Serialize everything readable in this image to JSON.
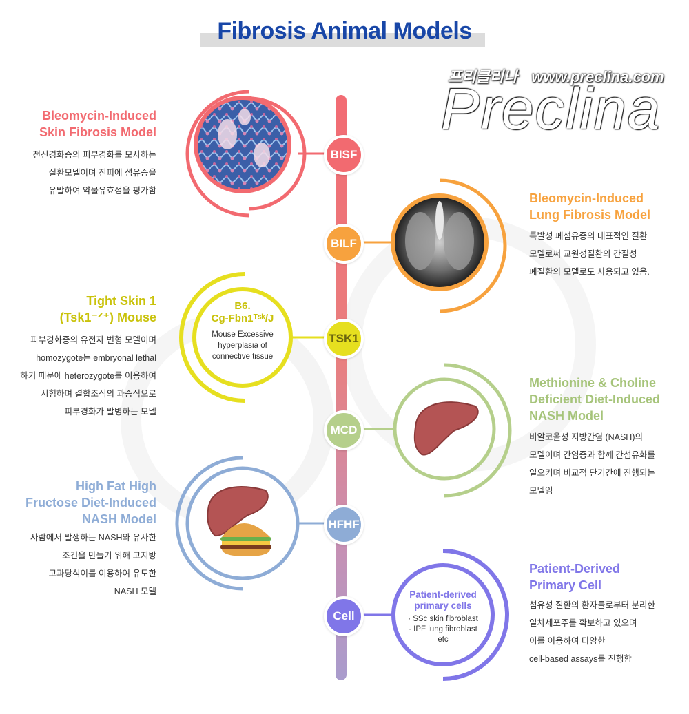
{
  "title": "Fibrosis Animal Models",
  "brand": {
    "korean": "프리클리나",
    "url": "www.preclina.com",
    "name": "Preclina"
  },
  "colors": {
    "bisf": "#f26a70",
    "bilf": "#f7a23e",
    "tsk1": "#e6df1f",
    "mcd": "#b5cf8b",
    "hfhf": "#8eacd6",
    "cell": "#8076e8"
  },
  "models": {
    "bisf": {
      "code": "BISF",
      "heading": [
        "Bleomycin-Induced",
        "Skin Fibrosis Model"
      ],
      "desc": [
        "전신경화증의 피부경화를 모사하는",
        "질환모델이며 진피에 섬유증을",
        "유발하여 약물유효성을 평가함"
      ],
      "image_icon": "skin-histology-image"
    },
    "bilf": {
      "code": "BILF",
      "heading": [
        "Bleomycin-Induced",
        "Lung Fibrosis Model"
      ],
      "desc": [
        "특발성 폐섬유증의 대표적인 질환",
        "모델로써 교원성질환의 간질성",
        "폐질환의 모델로도 사용되고 있음."
      ],
      "image_icon": "lung-ct-image"
    },
    "tsk1": {
      "code": "TSK1",
      "heading": [
        "Tight Skin 1",
        "(Tsk1⁻ᐟ⁺) Mouse"
      ],
      "desc": [
        "피부경화증의 유전자 변형 모델이며",
        "homozygote는 embryonal lethal",
        "하기 때문에 heterozygote를 이용하여",
        "시험하며 결합조직의 과증식으로",
        "피부경화가 발병하는 모델"
      ],
      "circle_title1": "B6.",
      "circle_title2": "Cg-Fbn1ᵀˢᵏ/J",
      "circle_text": [
        "Mouse Excessive",
        "hyperplasia of",
        "connective tissue"
      ]
    },
    "mcd": {
      "code": "MCD",
      "heading": [
        "Methionine & Choline",
        "Deficient Diet-Induced",
        "NASH Model"
      ],
      "desc": [
        "비알코올성 지방간염 (NASH)의",
        "모델이며 간염증과 함께 간섬유화를",
        "일으키며 비교적 단기간에 진행되는",
        "모델임"
      ],
      "image_icon": "liver-icon"
    },
    "hfhf": {
      "code": "HFHF",
      "heading": [
        "High Fat High",
        "Fructose Diet-Induced",
        "NASH Model"
      ],
      "desc": [
        "사람에서 발생하는 NASH와 유사한",
        "조건을 만들기 위해 고지방",
        "고과당식이를 이용하여 유도한",
        "NASH 모델"
      ],
      "image_icon": "liver-burger-icon"
    },
    "cell": {
      "code": "Cell",
      "heading": [
        "Patient-Derived",
        "Primary Cell"
      ],
      "desc": [
        "섬유성 질환의 환자들로부터 분리한",
        "일차세포주를 확보하고 있으며",
        "이를 이용하여 다양한",
        "cell-based assays를 진행함"
      ],
      "circle_title": [
        "Patient-derived",
        "primary cells"
      ],
      "circle_text": [
        "· SSc skin fibroblast",
        "· IPF lung fibroblast",
        "etc"
      ]
    }
  }
}
